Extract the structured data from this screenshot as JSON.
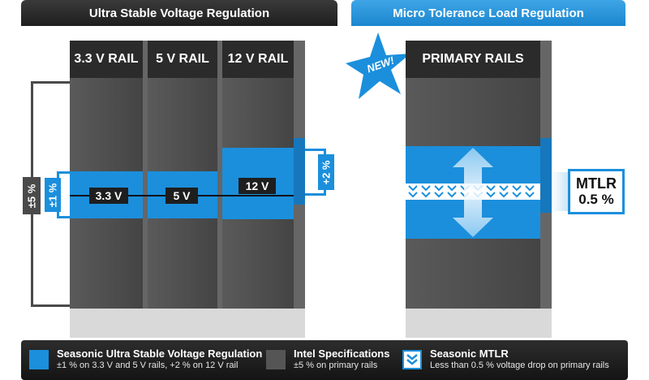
{
  "headers": {
    "left": "Ultra Stable Voltage Regulation",
    "right": "Micro Tolerance Load Regulation"
  },
  "rails": [
    {
      "title": "3.3 V RAIL",
      "label": "3.3 V"
    },
    {
      "title": "5 V RAIL",
      "label": "5 V"
    },
    {
      "title": "12 V RAIL",
      "label": "12 V"
    }
  ],
  "tolerances": {
    "intel": "±5 %",
    "seasonic_low": "±1 %",
    "seasonic_12v": "+2 %"
  },
  "primary": {
    "title": "PRIMARY RAILS",
    "badge": "NEW!",
    "mtlr_name": "MTLR",
    "mtlr_value": "0.5 %"
  },
  "legend": [
    {
      "title": "Seasonic Ultra Stable Voltage Regulation",
      "sub": "±1 % on 3.3 V and 5 V rails, +2 % on 12 V rail",
      "color": "#1b8fdc"
    },
    {
      "title": "Intel Specifications",
      "sub": "±5 % on primary rails",
      "color": "#555555"
    },
    {
      "title": "Seasonic MTLR",
      "sub": "Less than 0.5 % voltage drop on primary rails",
      "color": "#1b8fdc"
    }
  ]
}
